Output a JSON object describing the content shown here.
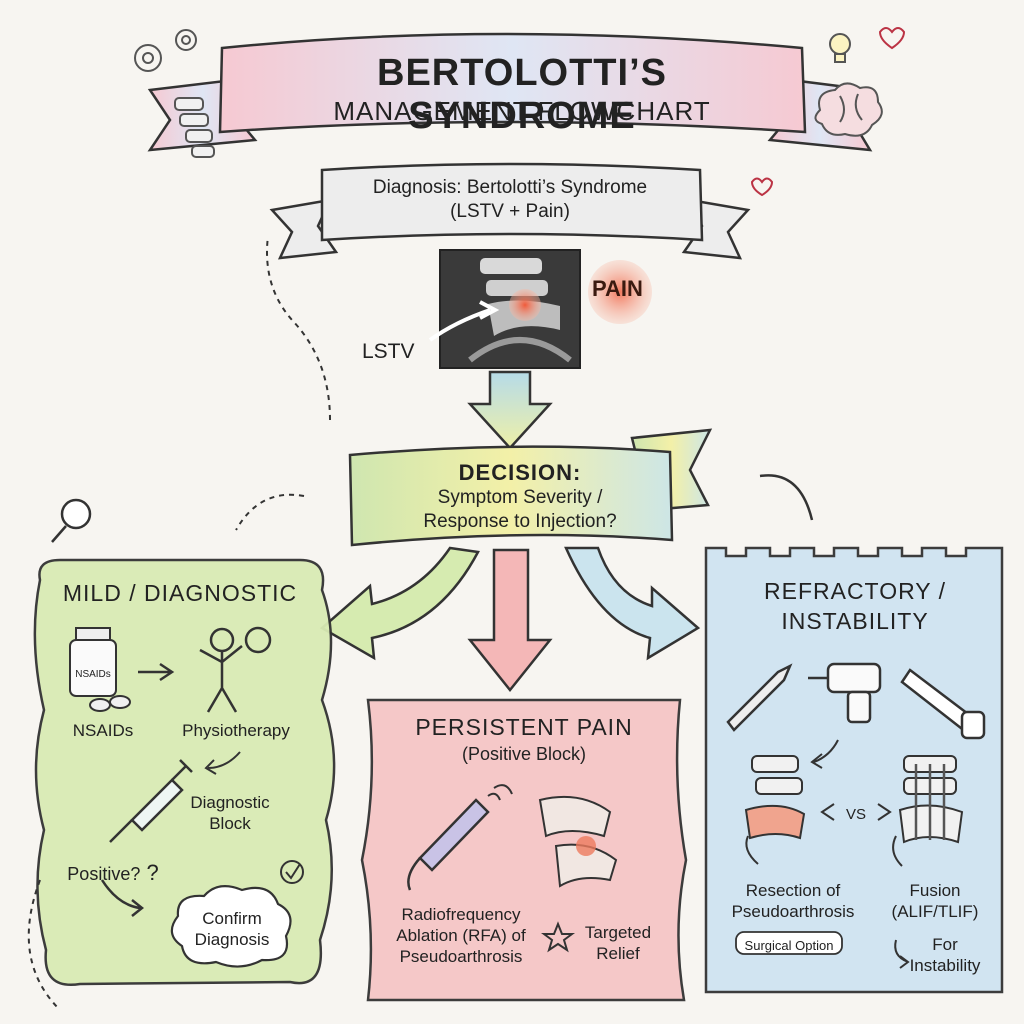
{
  "title": {
    "line1": "BERTOLOTTI’S SYNDROME",
    "line2": "MANAGEMENT FLOWCHART"
  },
  "diagnosis": {
    "line1": "Diagnosis: Bertolotti’s Syndrome",
    "line2": "(LSTV + Pain)"
  },
  "xray": {
    "pain_label": "PAIN",
    "lstv_label": "LSTV"
  },
  "decision": {
    "heading": "DECISION:",
    "line1": "Symptom Severity /",
    "line2": "Response to Injection?"
  },
  "mild": {
    "title": "MILD / DIAGNOSTIC",
    "bottle_label": "NSAIDs",
    "nsaids": "NSAIDs",
    "physio": "Physiotherapy",
    "block_line1": "Diagnostic",
    "block_line2": "Block",
    "positive": "Positive?",
    "confirm_line1": "Confirm",
    "confirm_line2": "Diagnosis"
  },
  "persistent": {
    "title": "PERSISTENT PAIN",
    "subtitle": "(Positive Block)",
    "rfa_line1": "Radiofrequency",
    "rfa_line2": "Ablation (RFA) of",
    "rfa_line3": "Pseudoarthrosis",
    "relief_line1": "Targeted",
    "relief_line2": "Relief"
  },
  "refractory": {
    "title_line1": "REFRACTORY /",
    "title_line2": "INSTABILITY",
    "vs": "VS",
    "resection_line1": "Resection of",
    "resection_line2": "Pseudoarthrosis",
    "surgical_option": "Surgical Option",
    "fusion_line1": "Fusion",
    "fusion_line2": "(ALIF/TLIF)",
    "instability_line1": "For",
    "instability_line2": "Instability"
  },
  "colors": {
    "green": "#d9ebb4",
    "pink": "#f5c6c6",
    "blue": "#cfe4f1",
    "banner_yellow": "#eef3b0"
  }
}
